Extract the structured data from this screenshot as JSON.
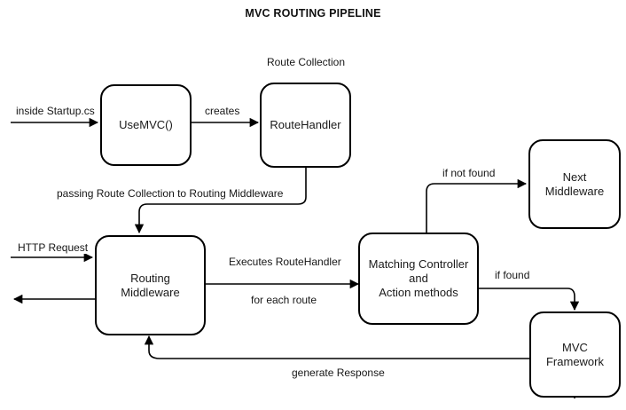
{
  "diagram": {
    "title": "MVC ROUTING PIPELINE",
    "background": "#ffffff",
    "stroke": "#000000",
    "text_color": "#161616",
    "nodes": [
      {
        "id": "usemvc",
        "label": "UseMVC()"
      },
      {
        "id": "routehandler",
        "label": "RouteHandler"
      },
      {
        "id": "routing",
        "label": "Routing Middleware"
      },
      {
        "id": "matching",
        "label": "Matching Controller\nand\nAction methods"
      },
      {
        "id": "next",
        "label": "Next\nMiddleware"
      },
      {
        "id": "mvc",
        "label": "MVC\nFramework"
      }
    ],
    "captions": [
      {
        "id": "route-collection",
        "text": "Route Collection"
      }
    ],
    "edges": [
      {
        "id": "inside-startup",
        "label": "inside Startup.cs",
        "from": "external-left",
        "to": "usemvc"
      },
      {
        "id": "creates",
        "label": "creates",
        "from": "usemvc",
        "to": "routehandler"
      },
      {
        "id": "passing",
        "label": "passing Route Collection to Routing Middleware",
        "from": "routehandler",
        "to": "routing"
      },
      {
        "id": "http-request",
        "label": "HTTP Request",
        "from": "external-left",
        "to": "routing"
      },
      {
        "id": "response-out",
        "label": "",
        "from": "routing",
        "to": "external-left"
      },
      {
        "id": "executes",
        "label": "Executes RouteHandler",
        "from": "routing",
        "to": "matching"
      },
      {
        "id": "for-each-route",
        "label": "for each route",
        "from": "routing",
        "to": "matching"
      },
      {
        "id": "if-not-found",
        "label": "if not found",
        "from": "matching",
        "to": "next"
      },
      {
        "id": "if-found",
        "label": "if found",
        "from": "matching",
        "to": "mvc"
      },
      {
        "id": "generate-response",
        "label": "generate Response",
        "from": "mvc",
        "to": "routing"
      }
    ]
  }
}
